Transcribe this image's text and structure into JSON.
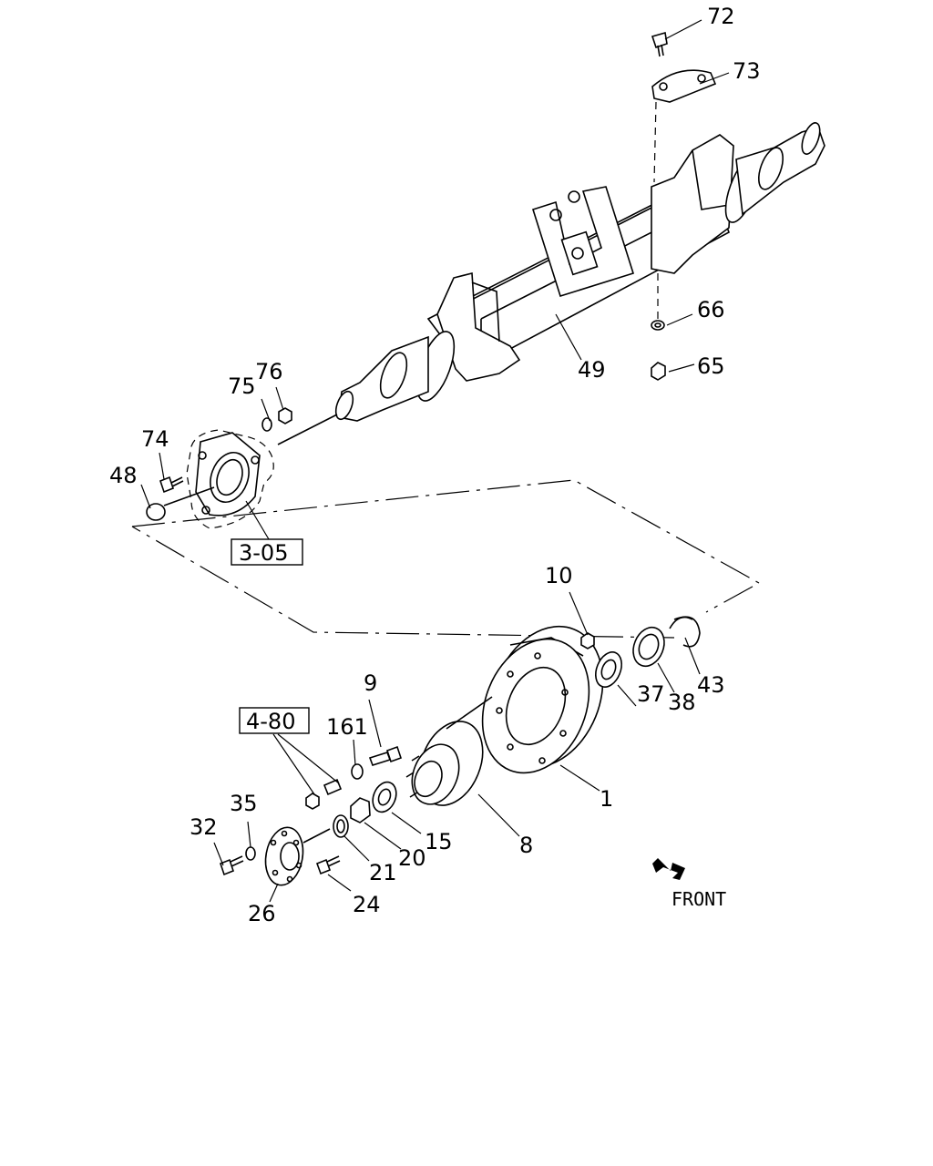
{
  "labels": {
    "p72": "72",
    "p73": "73",
    "p66": "66",
    "p65": "65",
    "p49": "49",
    "p76": "76",
    "p75": "75",
    "p74": "74",
    "p48": "48",
    "p10": "10",
    "p43": "43",
    "p38": "38",
    "p37": "37",
    "p9": "9",
    "p161": "161",
    "p1": "1",
    "p35": "35",
    "p32": "32",
    "p26": "26",
    "p24": "24",
    "p21": "21",
    "p20": "20",
    "p15": "15",
    "p8": "8"
  },
  "refs": {
    "r305": "3-05",
    "r480": "4-80"
  },
  "front": {
    "label": "FRONT"
  }
}
